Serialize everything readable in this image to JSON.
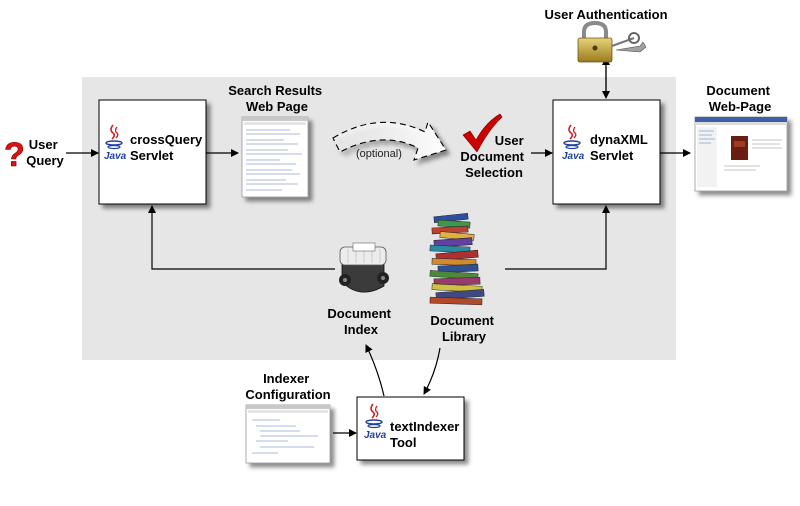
{
  "labels": {
    "user_auth": "User Authentication",
    "document_webpage": [
      "Document",
      "Web-Page"
    ],
    "search_results": [
      "Search Results",
      "Web Page"
    ],
    "user_query": [
      "User",
      "Query"
    ],
    "crossquery": [
      "crossQuery",
      "Servlet"
    ],
    "optional": "(optional)",
    "user_doc_selection": [
      "User",
      "Document",
      "Selection"
    ],
    "dynaxml": [
      "dynaXML",
      "Servlet"
    ],
    "document_index": [
      "Document",
      "Index"
    ],
    "document_library": [
      "Document",
      "Library"
    ],
    "indexer_config": [
      "Indexer",
      "Configuration"
    ],
    "textindexer": [
      "textIndexer",
      "Tool"
    ],
    "java_logo": "Java"
  },
  "colors": {
    "panel": "#e6e6e6",
    "question_mark": "#dd1111",
    "checkmark": "#cc0000",
    "java_blue": "#1f3fa0",
    "java_red": "#d21f1f"
  },
  "icons": [
    "question-mark-icon",
    "checkmark-icon",
    "padlock-keys-icon",
    "rolodex-icon",
    "book-stack-icon",
    "java-logo-icon"
  ]
}
